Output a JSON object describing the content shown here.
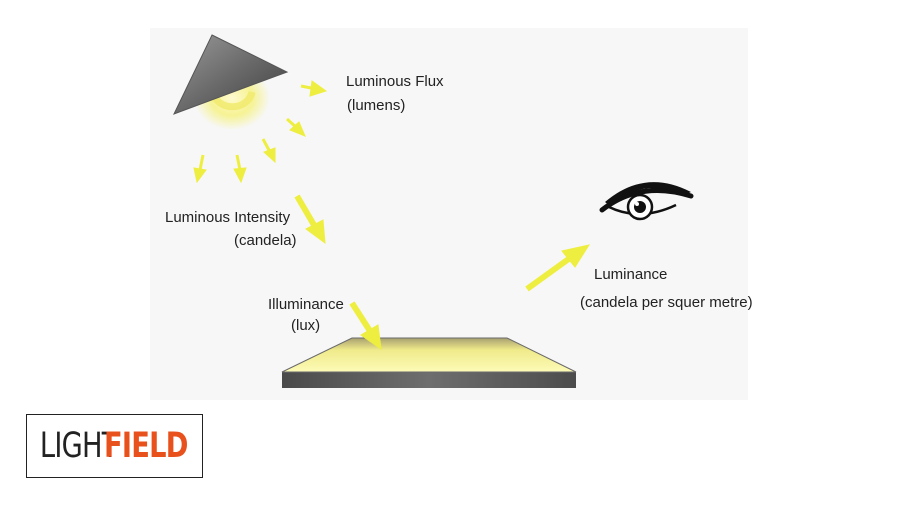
{
  "labels": {
    "luminous_flux": "Luminous Flux",
    "luminous_flux_unit": "(lumens)",
    "luminous_intensity": "Luminous Intensity",
    "luminous_intensity_unit": "(candela)",
    "illuminance": "Illuminance",
    "illuminance_unit": "(lux)",
    "luminance": "Luminance",
    "luminance_unit": "(candela per squer metre)"
  },
  "logo": {
    "part1": "LIGHT",
    "part2": "FIELD"
  },
  "colors": {
    "arrow": "#eeee40",
    "logo_accent": "#e8501c",
    "panel_background": "#f7f7f7"
  },
  "icons": [
    "lamp-icon",
    "eye-icon",
    "surface-icon",
    "light-ray-arrow-icon"
  ]
}
